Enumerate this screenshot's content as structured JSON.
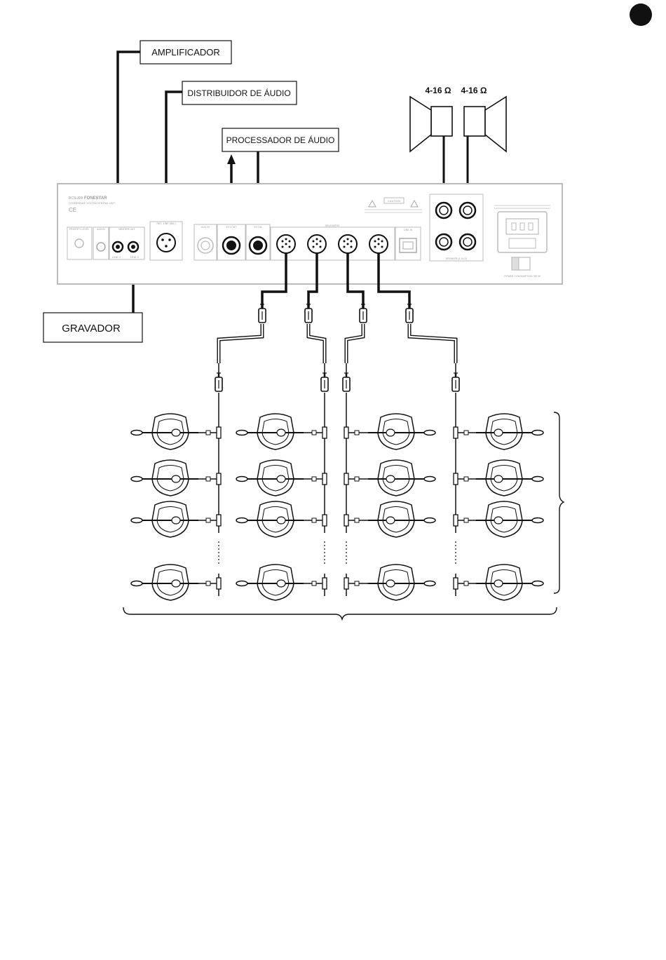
{
  "labels": {
    "amplificador": "AMPLIFICADOR",
    "distribuidor": "DISTRIBUIDOR DE ÁUDIO",
    "processador": "PROCESSADOR DE ÁUDIO",
    "gravador": "GRAVADOR",
    "speaker_left": "4-16 Ω",
    "speaker_right": "4-16 Ω"
  },
  "panel": {
    "model": "BCS-300",
    "brand": "FONESTAR",
    "subtitle": "CONFERENCE SYSTEM CENTRAL UNIT",
    "priority": "PRIORITY LEVEL",
    "aux_in": "AUX IN",
    "master_out": "MASTER OUT",
    "line1": "LINE 1",
    "line2": "LINE 2",
    "rec": "REC. LINE (BAL)",
    "aux_in2": "AUX IN",
    "ext_out": "EXT.OUT",
    "ext_in": "EXT.IN",
    "delegates": "DELEGATES",
    "link": "LINK IN",
    "caution": "CAUTION",
    "speaker": "SPEAKER (4-16 Ω)",
    "power": "POWER CONSUMPTION 350 W"
  },
  "colors": {
    "line": "#111111",
    "panel": "#bbbbbb",
    "faint": "#9a9a9a"
  },
  "badge_icon": "black-circle-icon"
}
